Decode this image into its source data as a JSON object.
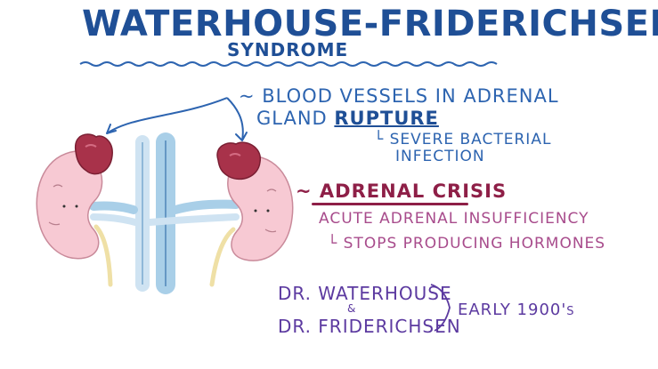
{
  "title": "WATERHOUSE-FRIDERICHSEN",
  "subtitle": "SYNDROME",
  "notes": {
    "vessels_line1": "~ BLOOD VESSELS IN ADRENAL",
    "vessels_line2_prefix": "GLAND ",
    "vessels_line2_emphasis": "RUPTURE",
    "cause_line1": "└ SEVERE BACTERIAL",
    "cause_line2": "INFECTION",
    "crisis": "~ ADRENAL CRISIS",
    "insufficiency": "ACUTE ADRENAL INSUFFICIENCY",
    "hormones": "└ STOPS PRODUCING HORMONES",
    "doctor1": "DR. WATERHOUSE",
    "ampersand": "&",
    "doctor2": "DR. FRIDERICHSEN",
    "era": "EARLY 1900's"
  },
  "colors": {
    "title": "#1f4f96",
    "blue_note": "#2d64b0",
    "crisis": "#8e1f47",
    "pink_note": "#a84c8c",
    "purple_note": "#5c3aa0",
    "kidney": "#f7c9d3",
    "adrenal": "#a8324a",
    "vein": "#a9cfe8",
    "artery": "#cfe3f2",
    "ureter": "#efe0a6"
  },
  "icons": [
    "kidney-left-icon",
    "kidney-right-icon",
    "adrenal-gland-left-icon",
    "adrenal-gland-right-icon",
    "blood-vessels-icon",
    "arrow-icon",
    "bracket-icon"
  ]
}
